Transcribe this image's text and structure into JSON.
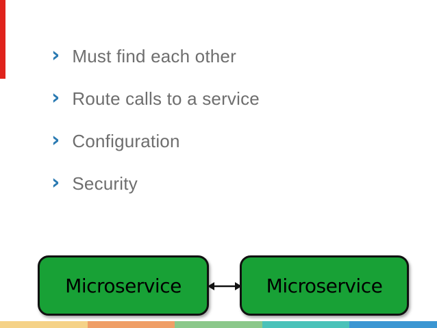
{
  "slide": {
    "bullets": [
      {
        "marker": "›",
        "text": "Must find each other"
      },
      {
        "marker": "›",
        "text": "Route calls to a service"
      },
      {
        "marker": "›",
        "text": "Configuration"
      },
      {
        "marker": "›",
        "text": "Security"
      }
    ],
    "diagram": {
      "left_box_label": "Microservice",
      "right_box_label": "Microservice",
      "connector": "double-headed-arrow"
    },
    "colors": {
      "accent_bar": "#e0231c",
      "bullet_marker": "#2a7ab2",
      "bullet_text": "#6e6e6e",
      "box_fill": "#18a136",
      "box_border": "#111111",
      "arrow": "#111111",
      "footer_segments": [
        "#f5d287",
        "#ef9e66",
        "#8bc88a",
        "#4ac2b9",
        "#3b96d2"
      ]
    }
  }
}
